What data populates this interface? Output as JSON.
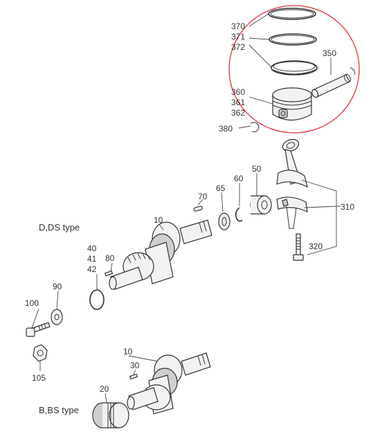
{
  "highlight_color": "#e0303a",
  "type_labels": {
    "d_ds": "D,DS type",
    "b_bs": "B,BS type"
  },
  "part_numbers": {
    "p370": "370",
    "p371": "371",
    "p372": "372",
    "p350": "350",
    "p360": "360",
    "p361": "361",
    "p362": "362",
    "p380": "380",
    "p70": "70",
    "p65": "65",
    "p60": "60",
    "p50": "50",
    "p310": "310",
    "p320": "320",
    "p10a": "10",
    "p40": "40",
    "p41": "41",
    "p42": "42",
    "p80": "80",
    "p90": "90",
    "p100": "100",
    "p105": "105",
    "p10b": "10",
    "p30": "30",
    "p20": "20"
  }
}
